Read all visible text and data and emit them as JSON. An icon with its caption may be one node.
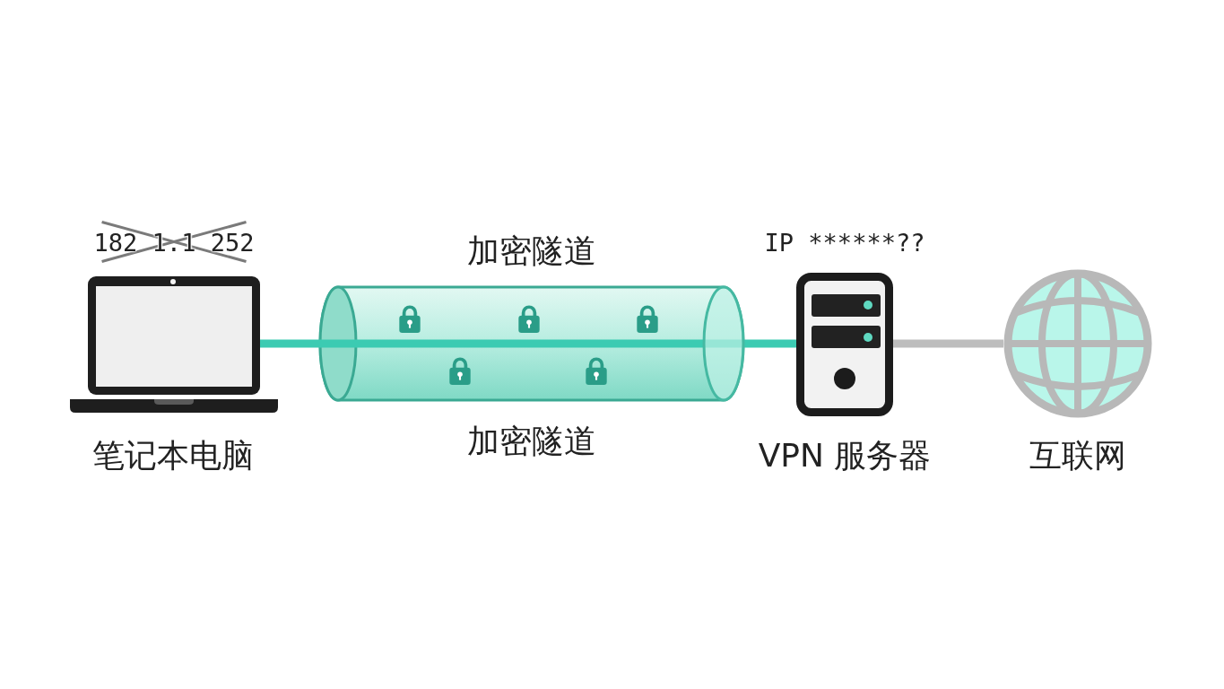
{
  "diagram": {
    "nodes": [
      {
        "text": [
          "笔记本电脑"
        ],
        "beside": [
          "182 1.1 252"
        ]
      },
      {
        "text": [
          "加密隧道",
          "加密隧道"
        ]
      },
      {
        "text": [
          "VPN 服务器"
        ],
        "beside": [
          "IP ******??"
        ]
      },
      {
        "text": [
          "互联网"
        ]
      }
    ],
    "edges": [
      {
        "from": 0,
        "to": 1,
        "arrow": "none"
      },
      {
        "from": 1,
        "to": 2,
        "arrow": "none"
      },
      {
        "from": 2,
        "to": 3,
        "arrow": "none",
        "color": "#bdbdbd"
      }
    ]
  }
}
